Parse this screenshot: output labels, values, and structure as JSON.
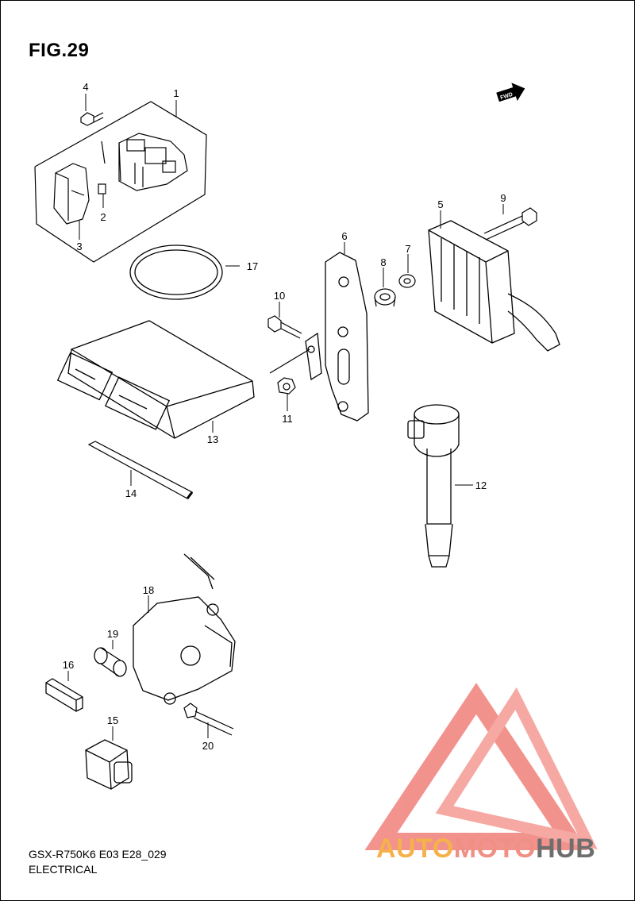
{
  "figure": {
    "title": "FIG.29"
  },
  "direction_badge": "FWD",
  "callouts": [
    "1",
    "2",
    "3",
    "4",
    "5",
    "6",
    "7",
    "8",
    "9",
    "10",
    "11",
    "12",
    "13",
    "14",
    "15",
    "16",
    "17",
    "18",
    "19",
    "20"
  ],
  "footer": {
    "code": "GSX-R750K6 E03 E28_029",
    "section": "ELECTRICAL"
  },
  "watermark": {
    "part_a": "AUTO",
    "part_b": "MOTO",
    "part_c": "HUB"
  }
}
